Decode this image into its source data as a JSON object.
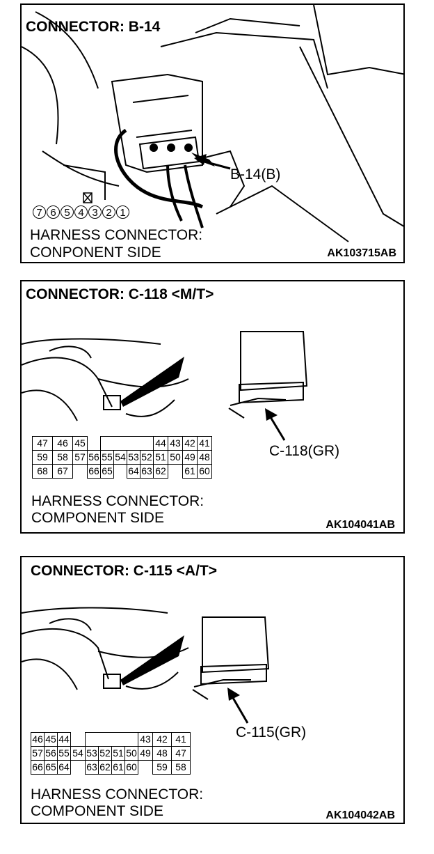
{
  "panels": [
    {
      "title": "CONNECTOR: B-14",
      "callout": "B-14(B)",
      "pins": [
        "7",
        "6",
        "5",
        "4",
        "3",
        "2",
        "1"
      ],
      "harness_line1": "HARNESS CONNECTOR:",
      "harness_line2": "CONPONENT SIDE",
      "code": "AK103715AB"
    },
    {
      "title": "CONNECTOR: C-118 <M/T>",
      "callout": "C-118(GR)",
      "rows": [
        [
          "47",
          "46",
          "45",
          "",
          "",
          "",
          "",
          "",
          "44",
          "43",
          "42",
          "41"
        ],
        [
          "59",
          "58",
          "57",
          "56",
          "55",
          "54",
          "53",
          "52",
          "51",
          "50",
          "49",
          "48"
        ],
        [
          "68",
          "67",
          "",
          "66",
          "65",
          "",
          "64",
          "63",
          "62",
          "",
          "61",
          "60"
        ]
      ],
      "harness_line1": "HARNESS CONNECTOR:",
      "harness_line2": "COMPONENT SIDE",
      "code": "AK104041AB"
    },
    {
      "title": "CONNECTOR: C-115 <A/T>",
      "callout": "C-115(GR)",
      "rows": [
        [
          "46",
          "45",
          "44",
          "",
          "",
          "",
          "",
          "",
          "43",
          "42",
          "41"
        ],
        [
          "57",
          "56",
          "55",
          "54",
          "53",
          "52",
          "51",
          "50",
          "49",
          "48",
          "47"
        ],
        [
          "66",
          "65",
          "64",
          "",
          "63",
          "62",
          "61",
          "60",
          "",
          "59",
          "58"
        ]
      ],
      "harness_line1": "HARNESS CONNECTOR:",
      "harness_line2": "COMPONENT SIDE",
      "code": "AK104042AB"
    }
  ]
}
